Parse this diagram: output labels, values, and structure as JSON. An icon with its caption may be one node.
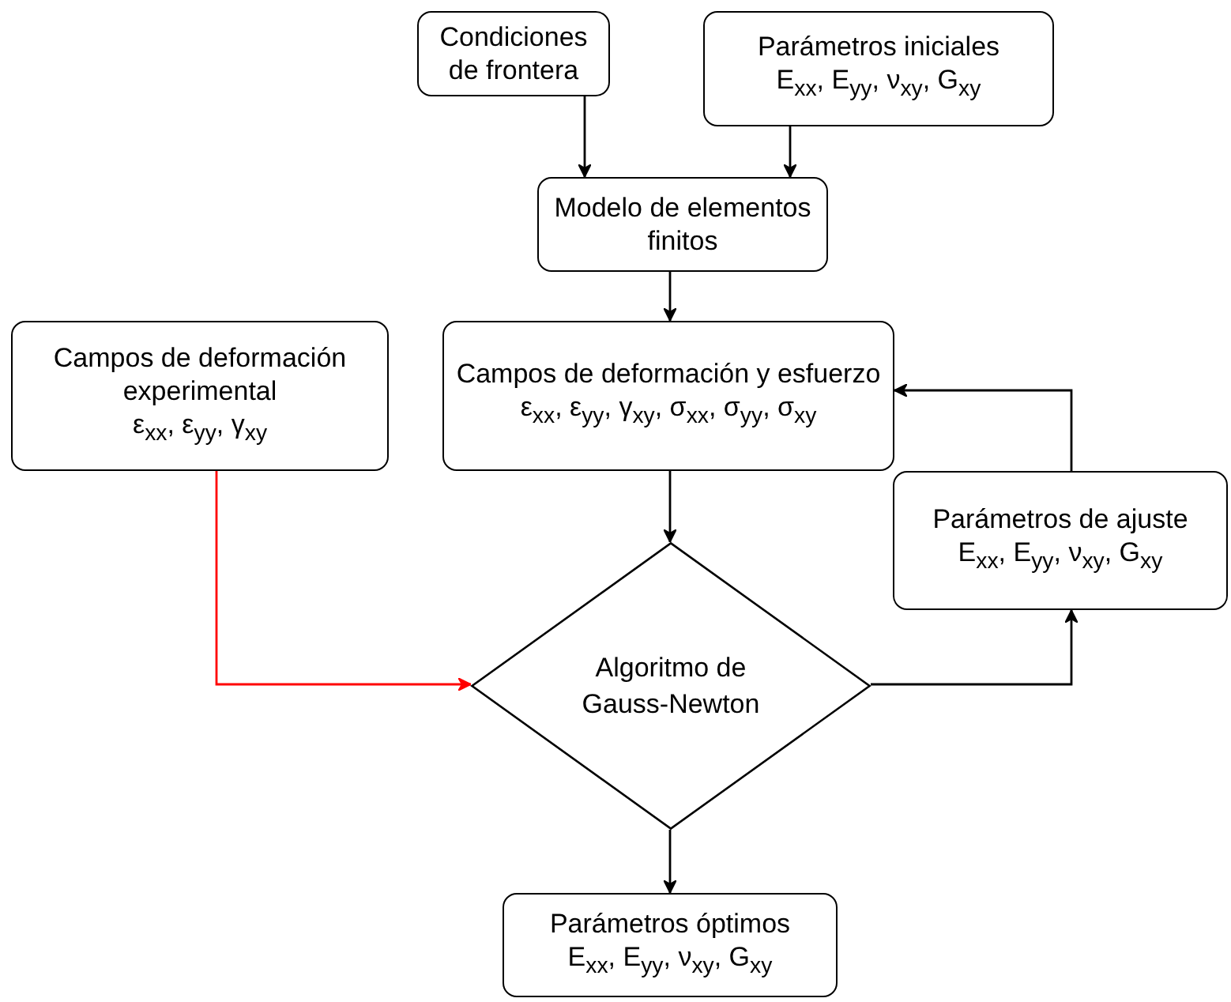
{
  "diagram": {
    "nodes": [
      {
        "text": [
          "Condiciones de frontera"
        ]
      },
      {
        "text": [
          "Parámetros iniciales",
          "E$_{xx}$, E$_{yy}$, ν$_{xy}$, G$_{xy}$"
        ]
      },
      {
        "text": [
          "Modelo de elementos finitos"
        ]
      },
      {
        "text": [
          "Campos de deformación experimental",
          "ε$_{xx}$, ε$_{yy}$, γ$_{xy}$"
        ]
      },
      {
        "text": [
          "Campos de deformación y esfuerzo",
          "ε$_{xx}$, ε$_{yy}$, γ$_{xy}$, σ$_{xx}$, σ$_{yy}$, σ$_{xy}$"
        ]
      },
      {
        "text": [
          "Parámetros de ajuste",
          "E$_{xx}$, E$_{yy}$, ν$_{xy}$, G$_{xy}$"
        ]
      },
      {
        "text": [
          "Algoritmo de Gauss-Newton"
        ]
      },
      {
        "text": [
          "Parámetros óptimos",
          "E$_{xx}$, E$_{yy}$, ν$_{xy}$, G$_{xy}$"
        ]
      }
    ],
    "edges": [
      {
        "from": 0,
        "to": 2,
        "arrow": "to"
      },
      {
        "from": 1,
        "to": 2,
        "arrow": "to"
      },
      {
        "from": 2,
        "to": 4,
        "arrow": "to"
      },
      {
        "from": 4,
        "to": 6,
        "arrow": "to"
      },
      {
        "from": 3,
        "to": 6,
        "arrow": "to",
        "color": "#ff0000"
      },
      {
        "from": 6,
        "to": 5,
        "arrow": "to"
      },
      {
        "from": 5,
        "to": 4,
        "arrow": "to"
      },
      {
        "from": 6,
        "to": 7,
        "arrow": "to"
      }
    ]
  }
}
